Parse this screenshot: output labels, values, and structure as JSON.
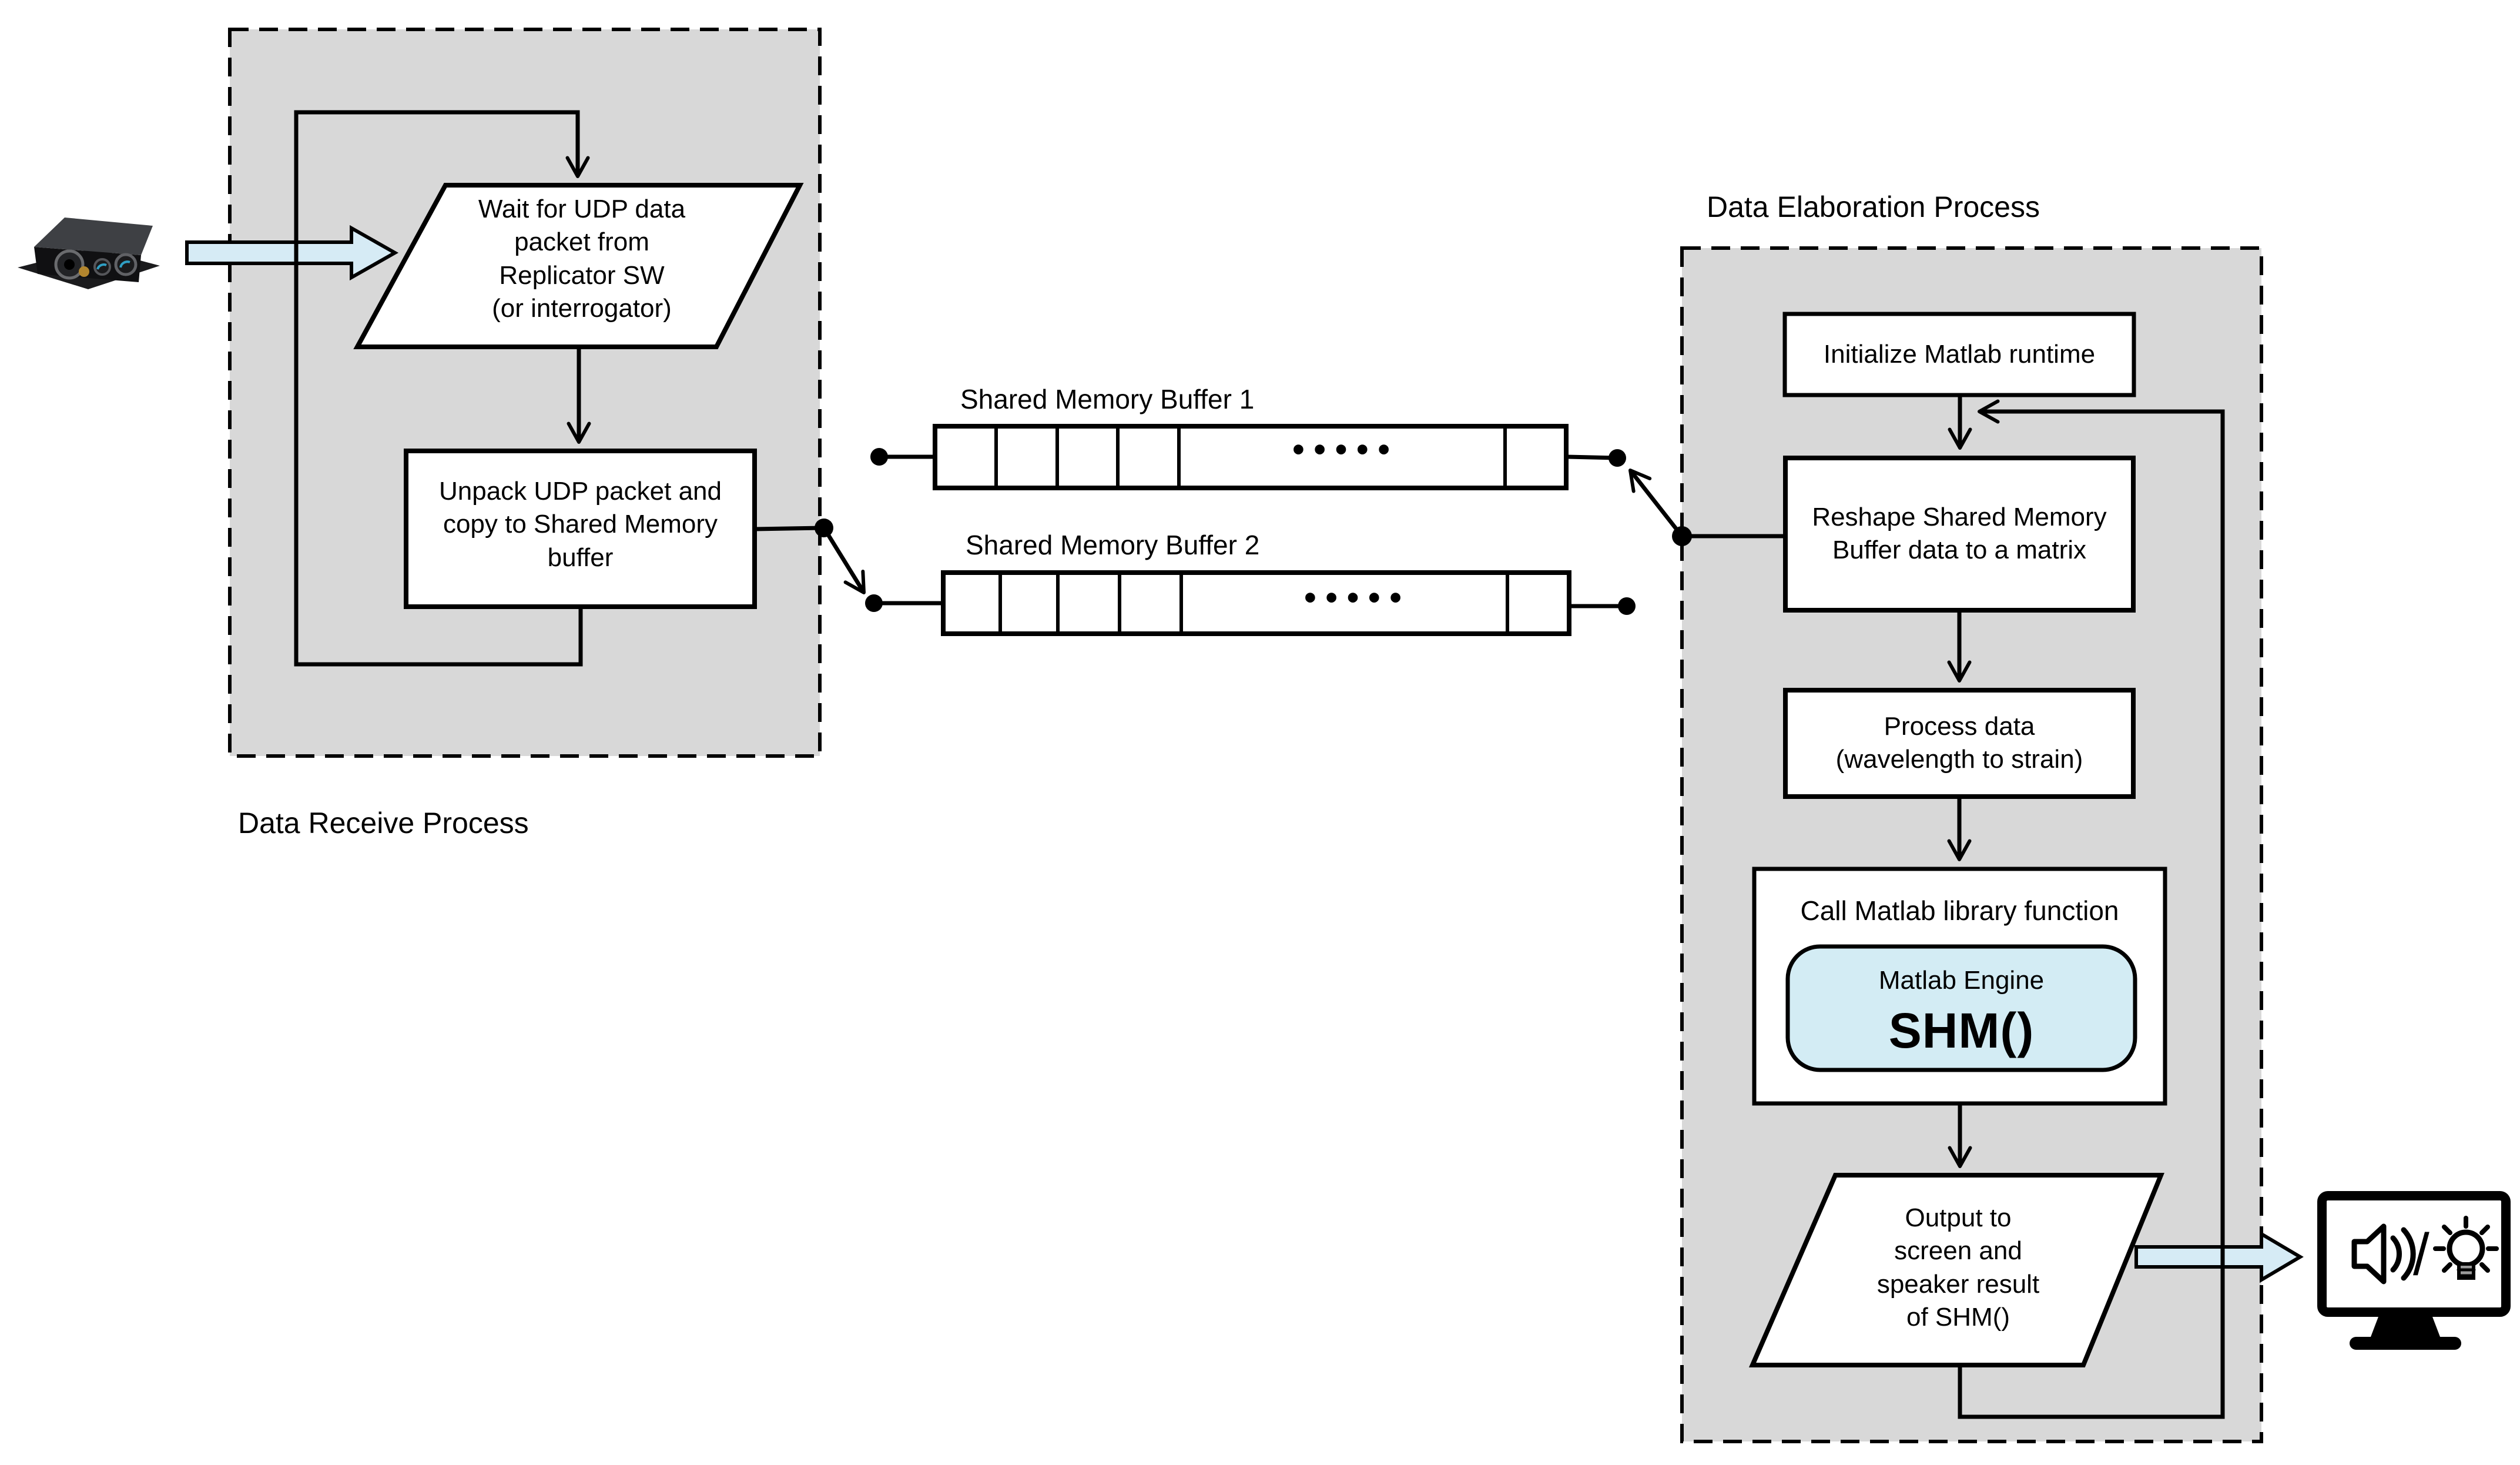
{
  "diagram_title": "",
  "colors": {
    "panel_fill": "#d8d8d8",
    "line": "#000000",
    "block_arrow_fill": "#d6ebf5",
    "engine_fill": "#d3ecf4",
    "shape_fill": "#ffffff"
  },
  "receive_process": {
    "label": "Data Receive Process",
    "wait_step": "Wait for UDP data\npacket from\nReplicator SW\n(or interrogator)",
    "unpack_step": "Unpack UDP packet and\ncopy to Shared Memory\nbuffer"
  },
  "buffers": {
    "buffer1": {
      "label": "Shared Memory Buffer 1",
      "dots": "•••••"
    },
    "buffer2": {
      "label": "Shared Memory Buffer 2",
      "dots": "•••••"
    }
  },
  "elaboration_process": {
    "label": "Data Elaboration Process",
    "init_step": "Initialize Matlab runtime",
    "reshape_step": "Reshape Shared Memory\nBuffer data to a matrix",
    "process_step": "Process data\n(wavelength to strain)",
    "call_step": "Call Matlab library function",
    "engine_label": "Matlab Engine",
    "engine_function": "SHM()",
    "output_step": "Output to\nscreen and\nspeaker result\nof SHM()"
  },
  "icons": {
    "device": "interrogator-device",
    "input_arrow": "block-arrow-right",
    "output_arrow": "block-arrow-right",
    "monitor": "monitor-with-speaker-and-lightbulb",
    "slash": "/"
  }
}
